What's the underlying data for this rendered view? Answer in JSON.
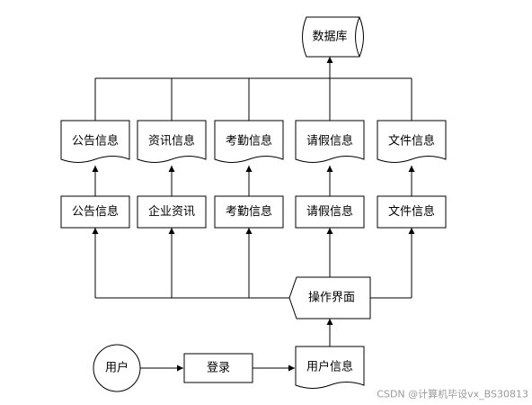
{
  "nodes": {
    "database": "数据库",
    "docs": [
      "公告信息",
      "资讯信息",
      "考勤信息",
      "请假信息",
      "文件信息"
    ],
    "procs": [
      "公告信息",
      "企业资讯",
      "考勤信息",
      "请假信息",
      "文件信息"
    ],
    "interface": "操作界面",
    "user": "用户",
    "login": "登录",
    "user_info": "用户信息"
  },
  "watermark": "CSDN @计算机毕设vx_BS30813",
  "colors": {
    "stroke": "#000000",
    "background": "#ffffff",
    "watermark": "#9a9a9a"
  }
}
